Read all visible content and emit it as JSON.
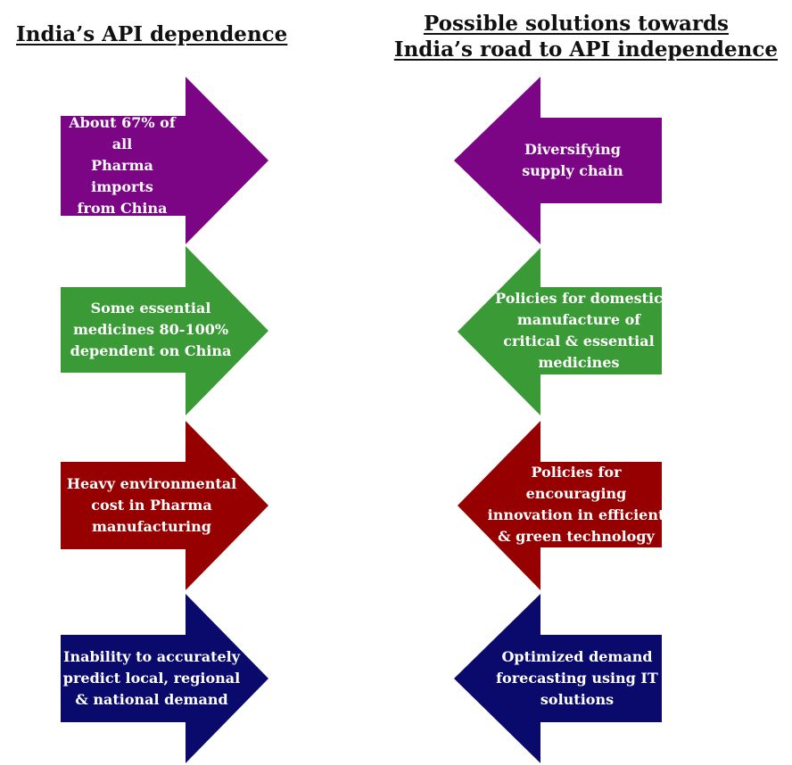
{
  "headings": {
    "left": "India’s API dependence",
    "right_line1": "Possible solutions towards",
    "right_line2": "India’s road to API independence"
  },
  "colors": {
    "purple": "#7b0584",
    "green": "#3a9a36",
    "red": "#960000",
    "navy": "#0a0a6c"
  },
  "left_arrows": [
    {
      "text": "About 67% of all\nPharma imports\nfrom China",
      "color": "purple"
    },
    {
      "text": "Some essential\nmedicines 80-100%\ndependent on China",
      "color": "green"
    },
    {
      "text": "Heavy environmental\ncost in Pharma\nmanufacturing",
      "color": "red"
    },
    {
      "text": "Inability to accurately\npredict local, regional\n& national demand",
      "color": "navy"
    }
  ],
  "right_arrows": [
    {
      "text": "Diversifying\nsupply chain",
      "color": "purple"
    },
    {
      "text": "Policies for domestic\nmanufacture of\ncritical & essential\nmedicines",
      "color": "green"
    },
    {
      "text": "Policies for\nencouraging\ninnovation in efficient\n& green technology",
      "color": "red"
    },
    {
      "text": "Optimized demand\nforecasting using IT\nsolutions",
      "color": "navy"
    }
  ]
}
